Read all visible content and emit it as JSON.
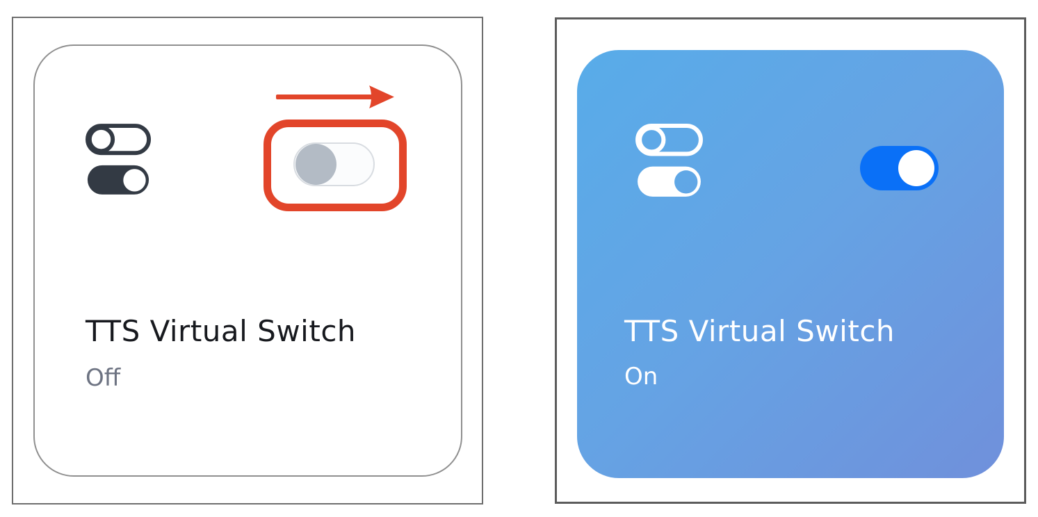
{
  "before": {
    "card": {
      "title": "TTS Virtual Switch",
      "status": "Off",
      "toggle_state": "off"
    },
    "annotations": {
      "arrow_icon": "red-right-arrow",
      "highlight": "red rounded rectangle around the toggle",
      "annotation_color": "#e2452a"
    }
  },
  "after": {
    "card": {
      "title": "TTS Virtual Switch",
      "status": "On",
      "toggle_state": "on"
    }
  },
  "icons": {
    "toggles_icon": "two stacked toggle switches glyph",
    "arrow_icon": "right arrow"
  },
  "colors": {
    "annotation_red": "#e2452a",
    "toggle_on_blue": "#0a70f7",
    "toggle_off_knob_gray": "#b3bbc5",
    "toggle_off_track": "#fbfcfd",
    "card_gradient_start": "#58ace9",
    "card_gradient_end": "#7090db",
    "dark_icon": "#333a44",
    "title_dark": "#17191e",
    "status_gray": "#6d7382",
    "frame_border_gray": "#6e6e6e"
  }
}
